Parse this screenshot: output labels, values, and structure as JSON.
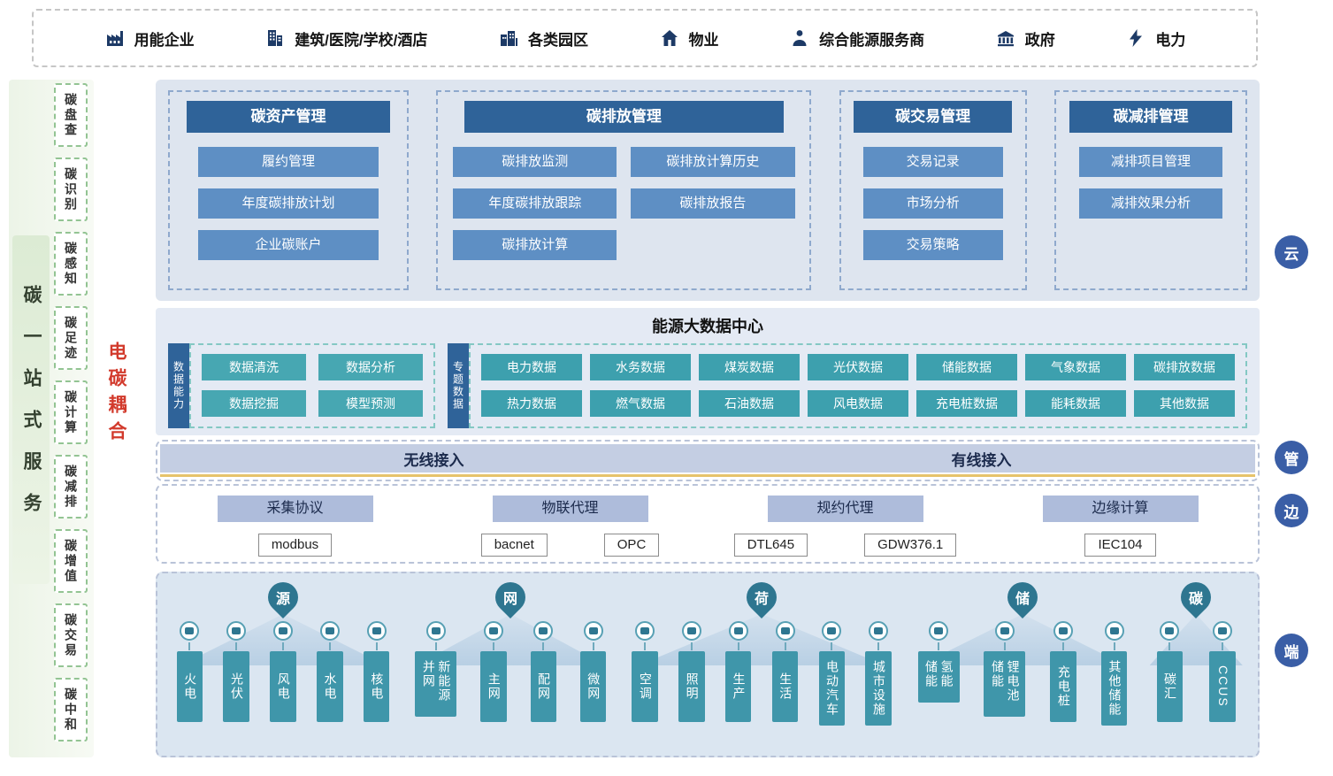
{
  "colors": {
    "header_blue": "#2f6399",
    "item_blue": "#5e8fc4",
    "teal": "#3da0ae",
    "badge_blue": "#3a5ea6",
    "coupling_red": "#d23a2c",
    "gold": "#e6c36b"
  },
  "top_bar": {
    "items": [
      {
        "icon": "factory-icon",
        "label": "用能企业"
      },
      {
        "icon": "building-icon",
        "label": "建筑/医院/学校/酒店"
      },
      {
        "icon": "campus-icon",
        "label": "各类园区"
      },
      {
        "icon": "house-icon",
        "label": "物业"
      },
      {
        "icon": "person-icon",
        "label": "综合能源服务商"
      },
      {
        "icon": "government-icon",
        "label": "政府"
      },
      {
        "icon": "lightning-icon",
        "label": "电力"
      }
    ]
  },
  "sidebar": {
    "service_label": "碳一站式服务",
    "coupling_label": "电碳耦合",
    "items": [
      "碳盘查",
      "碳识别",
      "碳感知",
      "碳足迹",
      "碳计算",
      "碳减排",
      "碳增值",
      "碳交易",
      "碳中和"
    ]
  },
  "cloud": {
    "groups": [
      {
        "title": "碳资产管理",
        "items": [
          "履约管理",
          "年度碳排放计划",
          "企业碳账户"
        ]
      },
      {
        "title": "碳排放管理",
        "items": [
          "碳排放监测",
          "碳排放计算历史",
          "年度碳排放跟踪",
          "碳排放报告",
          "碳排放计算"
        ]
      },
      {
        "title": "碳交易管理",
        "items": [
          "交易记录",
          "市场分析",
          "交易策略"
        ]
      },
      {
        "title": "碳减排管理",
        "items": [
          "减排项目管理",
          "减排效果分析"
        ]
      }
    ]
  },
  "data_center": {
    "title": "能源大数据中心",
    "capability": {
      "label": "数据能力",
      "items": [
        "数据清洗",
        "数据分析",
        "数据挖掘",
        "模型预测"
      ]
    },
    "thematic": {
      "label": "专题数据",
      "row1": [
        "电力数据",
        "水务数据",
        "煤炭数据",
        "光伏数据",
        "储能数据",
        "气象数据",
        "碳排放数据"
      ],
      "row2": [
        "热力数据",
        "燃气数据",
        "石油数据",
        "风电数据",
        "充电桩数据",
        "能耗数据",
        "其他数据"
      ]
    }
  },
  "access": {
    "wireless": "无线接入",
    "wired": "有线接入"
  },
  "edge": {
    "groups": [
      {
        "title": "采集协议",
        "protocols": [
          "modbus"
        ]
      },
      {
        "title": "物联代理",
        "protocols": [
          "bacnet",
          "OPC"
        ]
      },
      {
        "title": "规约代理",
        "protocols": [
          "DTL645",
          "GDW376.1"
        ]
      },
      {
        "title": "边缘计算",
        "protocols": [
          "IEC104"
        ]
      }
    ]
  },
  "terminal": {
    "groups": [
      {
        "label": "源",
        "devices": [
          "火电",
          "光伏",
          "风电",
          "水电",
          "核电"
        ]
      },
      {
        "label": "网",
        "devices": [
          "新能源并网",
          "主网",
          "配网",
          "微网"
        ]
      },
      {
        "label": "荷",
        "devices": [
          "空调",
          "照明",
          "生产",
          "生活",
          "电动汽车",
          "城市设施"
        ]
      },
      {
        "label": "储",
        "devices": [
          "氢能储能",
          "锂电池储能",
          "充电桩",
          "其他储能"
        ]
      },
      {
        "label": "碳",
        "devices": [
          "碳汇",
          "CCUS"
        ]
      }
    ]
  },
  "badges": [
    "云",
    "管",
    "边",
    "端"
  ]
}
